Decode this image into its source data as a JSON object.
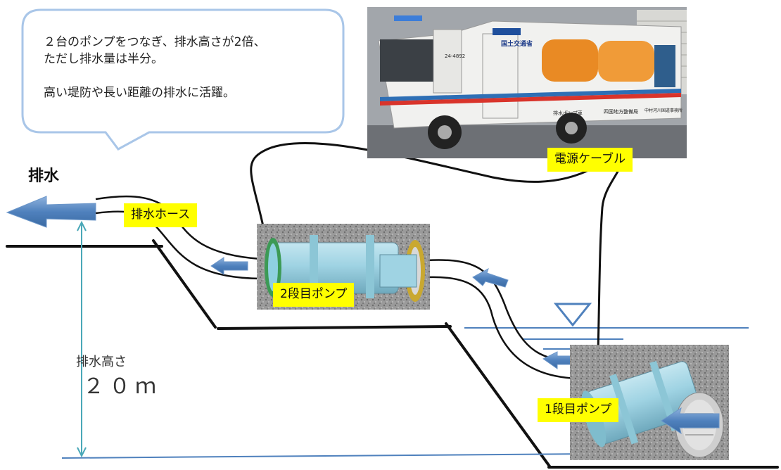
{
  "callout": {
    "line1": "２台のポンプをつなぎ、排水高さが2倍、",
    "line2": "ただし排水量は半分。",
    "line3": "高い堤防や長い距離の排水に活躍。"
  },
  "outlet_title": "排水",
  "labels": {
    "hose": "排水ホース",
    "power_cable": "電源ケーブル",
    "pump2": "2段目ポンプ",
    "pump1": "1段目ポンプ"
  },
  "height_label": {
    "line1": "排水高さ",
    "line2": "２０ｍ"
  },
  "truck_markings": {
    "agency": "国土交通省",
    "plate": "24-4892",
    "vehicle_name": "排水ポンプ車",
    "bureau": "四国地方整備局",
    "office": "中村河川国道事務所"
  },
  "colors": {
    "pump_body": "#9fd3e3",
    "arrow_blue": "#4f81bd",
    "water_line": "#4f81bd",
    "tag_bg": "#ffff00",
    "truck_stripe_red": "#d9342b",
    "truck_stripe_blue": "#2e6fb5",
    "callout_border": "#a9c6e8"
  }
}
